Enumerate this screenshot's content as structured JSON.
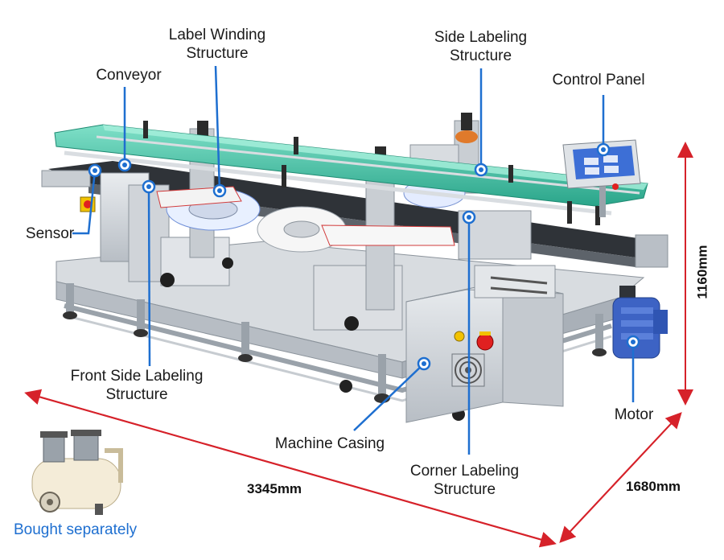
{
  "callouts": {
    "label_winding": [
      "Label Winding",
      "Structure"
    ],
    "side_labeling": [
      "Side Labeling",
      "Structure"
    ],
    "control_panel": "Control Panel",
    "conveyor": "Conveyor",
    "sensor": "Sensor",
    "front_side_labeling": [
      "Front Side Labeling",
      "Structure"
    ],
    "machine_casing": "Machine Casing",
    "corner_labeling": [
      "Corner Labeling",
      "Structure"
    ],
    "motor": "Motor"
  },
  "dimensions": {
    "length": "3345mm",
    "width": "1680mm",
    "height": "1160mm"
  },
  "accessory_note": "Bought separately",
  "colors": {
    "accent_blue": "#1e6fd0",
    "guide_rail_green": "#3cc2a3",
    "dimension_red": "#d6222a",
    "frame_gray": "#c9ced3"
  }
}
